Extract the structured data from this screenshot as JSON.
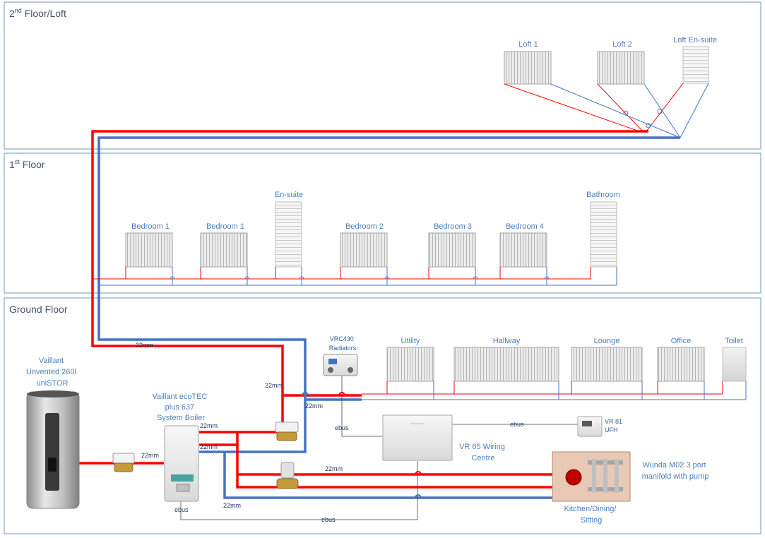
{
  "floors": {
    "loft": {
      "title": "2",
      "sup": "nd",
      "rest": " Floor/Loft"
    },
    "first": {
      "title": "1",
      "sup": "st",
      "rest": " Floor"
    },
    "ground": {
      "title": "Ground Floor"
    }
  },
  "rooms": {
    "loft1": "Loft 1",
    "loft2": "Loft 2",
    "loft_ensuite": "Loft En-suite",
    "bedroom1a": "Bedroom 1",
    "bedroom1b": "Bedroom 1",
    "ensuite": "En-suite",
    "bedroom2": "Bedroom 2",
    "bedroom3": "Bedroom 3",
    "bedroom4": "Bedroom 4",
    "bathroom": "Bathroom",
    "utility": "Utility",
    "hallway": "Hallway",
    "lounge": "Lounge",
    "office": "Office",
    "toilet": "Toilet"
  },
  "equipment": {
    "cylinder": [
      "Vaillant",
      "Unvented 260l",
      "uniSTOR"
    ],
    "boiler": [
      "Vaillant ecoTEC",
      "plus 637",
      "System Boiler"
    ],
    "vrc430": [
      "VRC430",
      "Radiators"
    ],
    "vr65": [
      "VR 65 Wiring",
      "Centre"
    ],
    "vr81": [
      "VR 81",
      "UFH"
    ],
    "manifold": [
      "Wunda M02 3 port",
      "manifold with pump"
    ],
    "kitchen": [
      "Kitchen/Dining/",
      "Sitting"
    ]
  },
  "pipe_labels": {
    "p1": "22mm",
    "p2": "22mm",
    "p3": "22mm",
    "p4": "22mm",
    "p5": "22mm",
    "p6": "22mm",
    "p7": "22mm",
    "p8": "22mm"
  },
  "bus_labels": {
    "b1": "ebus",
    "b2": "ebus",
    "b3": "ebus",
    "b4": "ebus"
  },
  "colors": {
    "flow": "#ff0000",
    "return": "#4472c4",
    "border": "#6f94b9",
    "ebus": "#404040"
  }
}
